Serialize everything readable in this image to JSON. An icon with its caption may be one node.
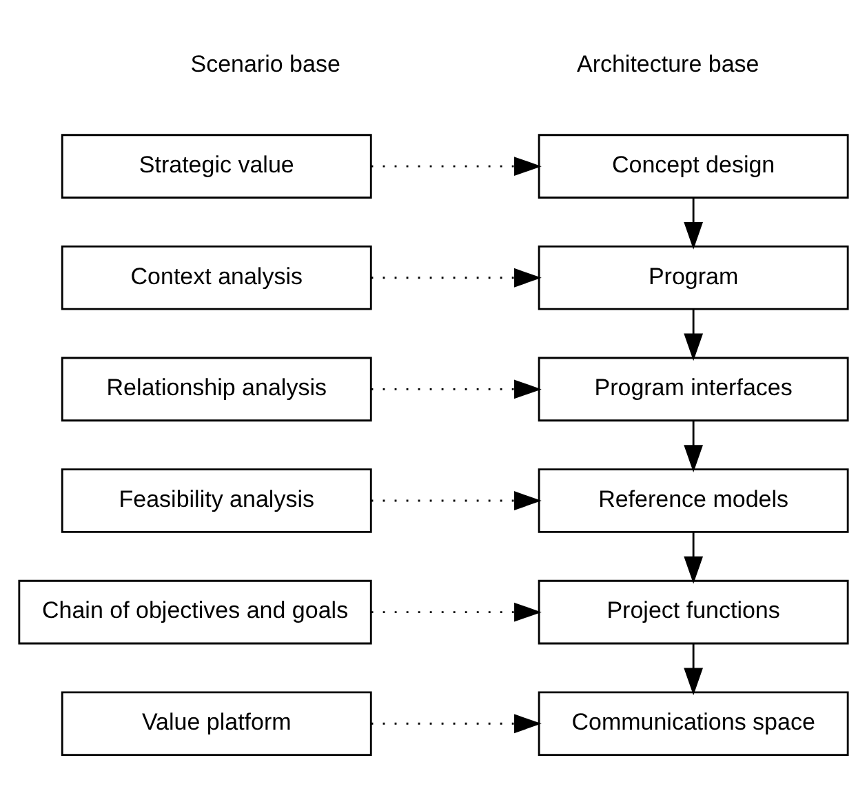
{
  "diagram": {
    "nodes": [
      {
        "text": [
          "Strategic value"
        ]
      },
      {
        "text": [
          "Context analysis"
        ]
      },
      {
        "text": [
          "Relationship analysis"
        ]
      },
      {
        "text": [
          "Feasibility analysis"
        ]
      },
      {
        "text": [
          "Chain of objectives and goals"
        ]
      },
      {
        "text": [
          "Value platform"
        ]
      },
      {
        "text": [
          "Concept design"
        ]
      },
      {
        "text": [
          "Program"
        ]
      },
      {
        "text": [
          "Program interfaces"
        ]
      },
      {
        "text": [
          "Reference models"
        ]
      },
      {
        "text": [
          "Project functions"
        ]
      },
      {
        "text": [
          "Communications space"
        ]
      }
    ],
    "edges": [
      {
        "from": 0,
        "to": 6,
        "arrow": "to",
        "style": "dashed"
      },
      {
        "from": 1,
        "to": 7,
        "arrow": "to",
        "style": "dashed"
      },
      {
        "from": 2,
        "to": 8,
        "arrow": "to",
        "style": "dashed"
      },
      {
        "from": 3,
        "to": 9,
        "arrow": "to",
        "style": "dashed"
      },
      {
        "from": 4,
        "to": 10,
        "arrow": "to",
        "style": "dashed"
      },
      {
        "from": 5,
        "to": 11,
        "arrow": "to",
        "style": "dashed"
      },
      {
        "from": 6,
        "to": 7,
        "arrow": "to"
      },
      {
        "from": 7,
        "to": 8,
        "arrow": "to"
      },
      {
        "from": 8,
        "to": 9,
        "arrow": "to"
      },
      {
        "from": 9,
        "to": 10,
        "arrow": "to"
      },
      {
        "from": 10,
        "to": 11,
        "arrow": "to"
      }
    ],
    "labels": [
      "Scenario base",
      "Architecture base"
    ]
  }
}
